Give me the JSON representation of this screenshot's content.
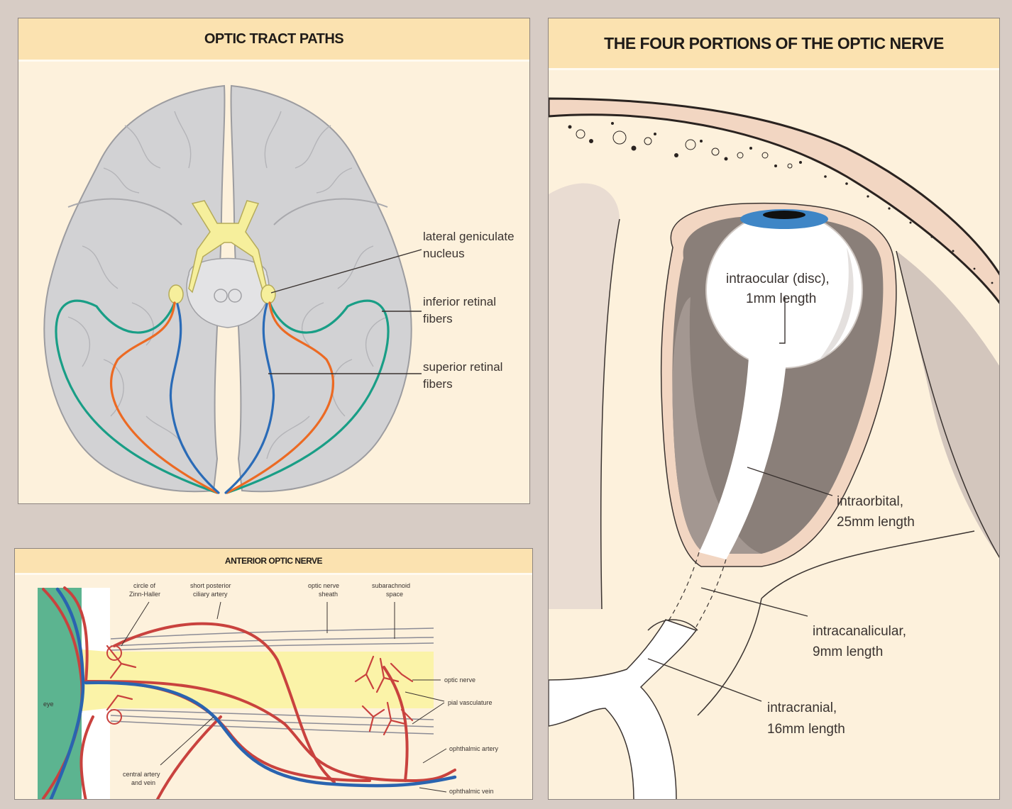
{
  "optic_tract": {
    "title": "OPTIC TRACT PATHS",
    "labels": {
      "lgn_1": "lateral geniculate",
      "lgn_2": "nucleus",
      "inferior_1": "inferior retinal",
      "inferior_2": "fibers",
      "superior_1": "superior retinal",
      "superior_2": "fibers"
    },
    "colors": {
      "brain": "#d2d2d4",
      "chiasm": "#f6ef9c",
      "inferior": "#199e86",
      "superior": "#2a6bb7",
      "lateral": "#ec6a23"
    }
  },
  "anterior": {
    "title": "ANTERIOR OPTIC NERVE",
    "labels": {
      "circle_1": "circle of",
      "circle_2": "Zinn-Haller",
      "short_1": "short posterior",
      "short_2": "ciliary artery",
      "sheath_1": "optic nerve",
      "sheath_2": "sheath",
      "sub_1": "subarachnoid",
      "sub_2": "space",
      "optic_nerve": "optic nerve",
      "pial": "pial vasculature",
      "eye": "eye",
      "central_1": "central artery",
      "central_2": "and vein",
      "ophth_artery": "ophthalmic artery",
      "ophth_vein": "ophthalmic vein"
    },
    "colors": {
      "artery": "#c9423e",
      "vein": "#2a64b0",
      "nerve": "#fbf3a8",
      "eye": "#5cb490"
    }
  },
  "four_portions": {
    "title": "THE FOUR PORTIONS OF THE OPTIC NERVE",
    "labels": {
      "intraocular_1": "intraocular (disc),",
      "intraocular_2": "1mm length",
      "intraorbital_1": "intraorbital,",
      "intraorbital_2": "25mm length",
      "intracanalicular_1": "intracanalicular,",
      "intracanalicular_2": "9mm length",
      "intracranial_1": "intracranial,",
      "intracranial_2": "16mm length"
    },
    "colors": {
      "bone": "#f2d6c2",
      "orbit": "#8a7f79",
      "iris": "#3f86c6"
    }
  }
}
